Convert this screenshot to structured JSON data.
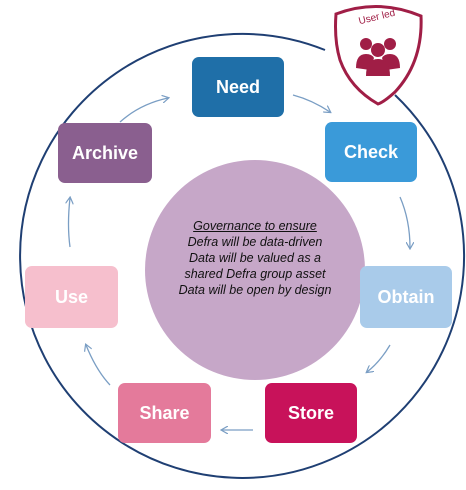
{
  "badge": {
    "label": "User led",
    "icon": "users-group-icon",
    "color": "#a01e46"
  },
  "center": {
    "title": "Governance to ensure",
    "lines": [
      "Defra will be data-driven",
      "Data will be valued as a",
      "shared Defra group asset",
      "Data will be open by design"
    ],
    "color": "#c6a7c8"
  },
  "stages": [
    {
      "label": "Need",
      "color": "#1f6fa8"
    },
    {
      "label": "Check",
      "color": "#3a9ad9"
    },
    {
      "label": "Obtain",
      "color": "#a9cbea"
    },
    {
      "label": "Store",
      "color": "#c8125a"
    },
    {
      "label": "Share",
      "color": "#e47a9b"
    },
    {
      "label": "Use",
      "color": "#f6bfcd"
    },
    {
      "label": "Archive",
      "color": "#8a5f8f"
    }
  ]
}
